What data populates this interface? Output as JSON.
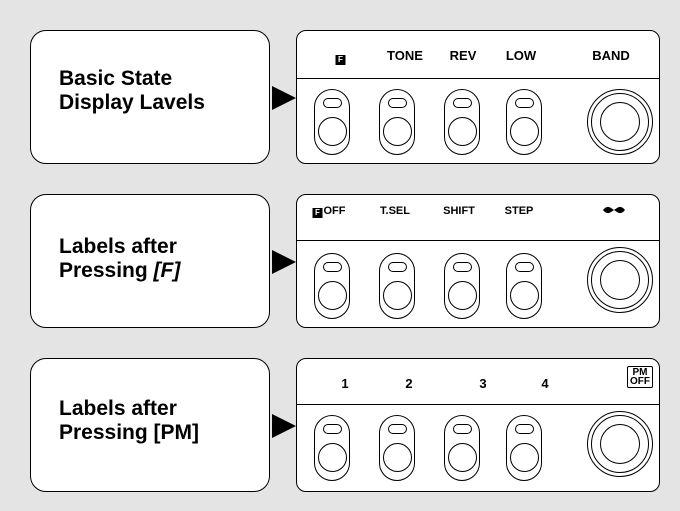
{
  "rows": [
    {
      "caption": "Basic State\nDisplay Lavels",
      "keys": [
        "F",
        "TONE",
        "REV",
        "LOW",
        "BAND"
      ]
    },
    {
      "caption_line1": "Labels after",
      "caption_line2_prefix": "Pressing ",
      "caption_line2_key": "[F]",
      "keys": [
        "OFF",
        "T.SEL",
        "SHIFT",
        "STEP",
        "duplex-symbol"
      ]
    },
    {
      "caption": "Labels after\nPressing [PM]",
      "keys": [
        "1",
        "2",
        "3",
        "4"
      ],
      "pm_icon": "PM\nOFF"
    }
  ],
  "icons": {
    "f_key": "F",
    "duplex": "duplex-arrows-icon"
  }
}
